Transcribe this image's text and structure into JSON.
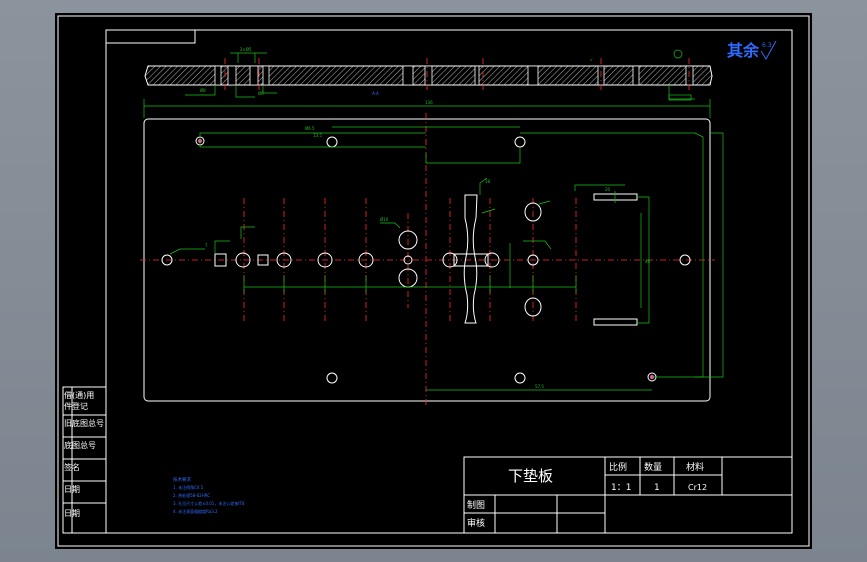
{
  "drawing": {
    "title": "下垫板",
    "finish_note": "其余",
    "finish_value": "6.3",
    "side_labels": [
      "借(通)用",
      "件登记",
      "旧底图总号",
      "底图总号",
      "签名",
      "日期",
      "日期"
    ],
    "title_block": {
      "scale_label": "比例",
      "scale_value": "1：1",
      "qty_label": "数量",
      "qty_value": "1",
      "material_label": "材料",
      "material_value": "Cr12",
      "drawn_label": "制图",
      "checked_label": "审核"
    },
    "tech_notes": {
      "heading": "技术要求",
      "lines": [
        "1. 未注倒角C0.5",
        "2. 热处理58-62HRC",
        "3. 孔位尺寸公差±0.01，未注公差按IT8",
        "4. 未注表面粗糙度Ra3.2"
      ]
    }
  },
  "colors": {
    "outline": "#ffffff",
    "dimension": "#19c219",
    "centerline": "#ff2a2a",
    "annotation": "#2f6bff",
    "background": "#000000"
  }
}
